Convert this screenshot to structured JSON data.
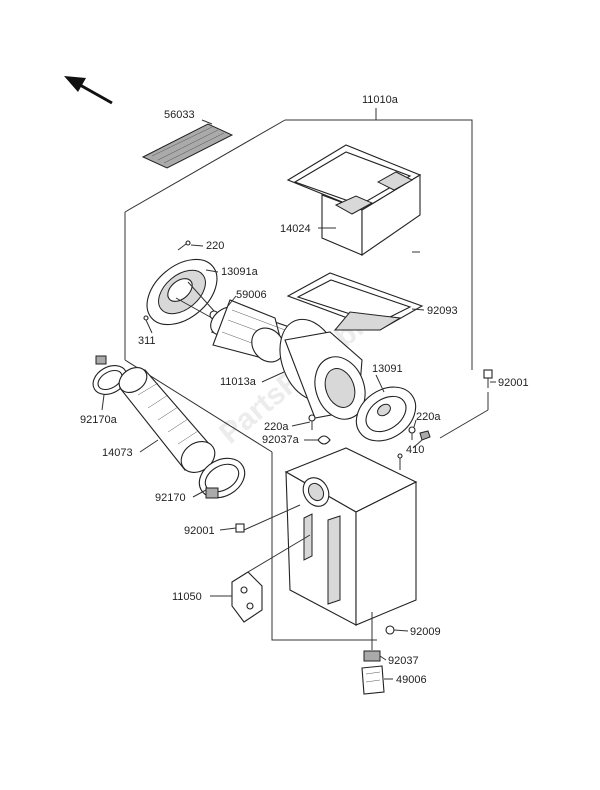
{
  "watermark": "PartsRepublik",
  "labels": {
    "p56033": "56033",
    "p11010a": "11010a",
    "p14024": "14024",
    "p220": "220",
    "p13091a": "13091a",
    "p59006": "59006",
    "p92093": "92093",
    "p311": "311",
    "p13091": "13091",
    "p11013a": "11013a",
    "p92001_right": "92001",
    "p92170a": "92170a",
    "p220a_left": "220a",
    "p220a_right": "220a",
    "p92037a": "92037a",
    "p410": "410",
    "p14073": "14073",
    "p92170": "92170",
    "p92001_left": "92001",
    "p11050": "11050",
    "p92009": "92009",
    "p92037": "92037",
    "p49006": "49006"
  }
}
